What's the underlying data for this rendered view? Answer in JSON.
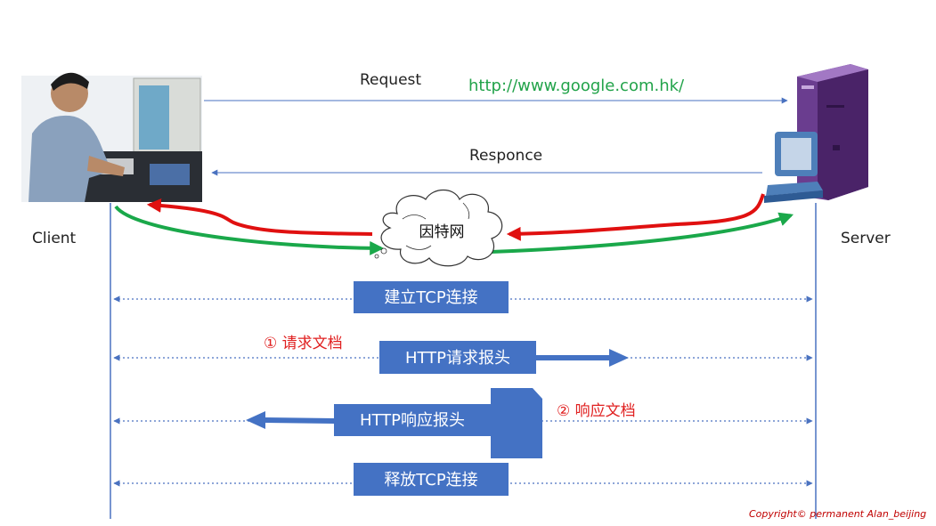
{
  "diagram": {
    "top": {
      "request_label": "Request",
      "url": "http://www.google.com.hk/",
      "response_label": "Responce"
    },
    "nodes": {
      "client_label": "Client",
      "server_label": "Server",
      "internet_label": "因特网"
    },
    "steps": {
      "establish_tcp": "建立TCP连接",
      "request_doc": "① 请求文档",
      "http_request_header": "HTTP请求报头",
      "response_doc": "② 响应文档",
      "http_response_header": "HTTP响应报头",
      "release_tcp": "释放TCP连接"
    },
    "footer": {
      "copyright": "Copyright© permanent  Alan_beijing"
    },
    "colors": {
      "line_blue": "#4a72c0",
      "box_blue": "#4472c4",
      "red_arrow": "#e01010",
      "green_arrow": "#1aa84a",
      "server_purple": "#6a3d8f",
      "url_green": "#22a34a",
      "step_red": "#e02020"
    }
  }
}
